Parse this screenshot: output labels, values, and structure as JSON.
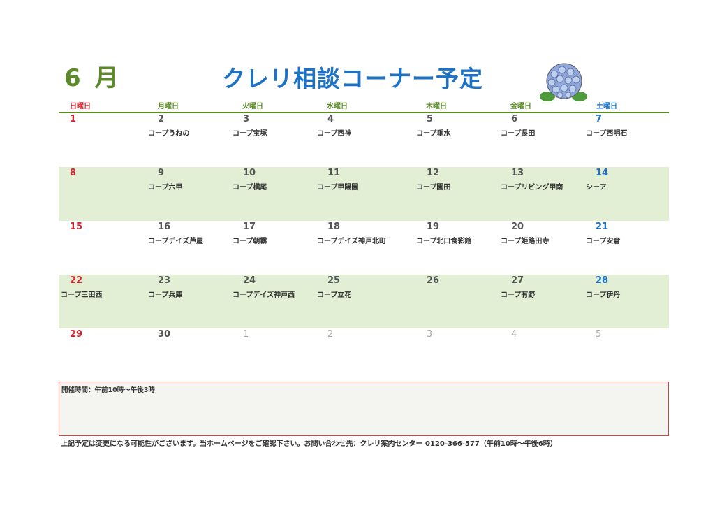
{
  "header": {
    "month": "6 月",
    "title": "クレリ相談コーナー予定"
  },
  "weekdays": [
    "日曜日",
    "月曜日",
    "火曜日",
    "水曜日",
    "木曜日",
    "金曜日",
    "土曜日"
  ],
  "weekday_colors": {
    "sunday": "#d0262f",
    "weekday": "#5c8a2a",
    "saturday": "#1d72c6"
  },
  "weeks": [
    {
      "days": [
        {
          "num": "1",
          "event": ""
        },
        {
          "num": "2",
          "event": "コープうねの"
        },
        {
          "num": "3",
          "event": "コープ宝塚"
        },
        {
          "num": "4",
          "event": "コープ西神"
        },
        {
          "num": "5",
          "event": "コープ垂水"
        },
        {
          "num": "6",
          "event": "コープ長田"
        },
        {
          "num": "7",
          "event": "コープ西明石"
        }
      ]
    },
    {
      "days": [
        {
          "num": "8",
          "event": ""
        },
        {
          "num": "9",
          "event": "コープ六甲"
        },
        {
          "num": "10",
          "event": "コープ横尾"
        },
        {
          "num": "11",
          "event": "コープ甲陽園"
        },
        {
          "num": "12",
          "event": "コープ園田"
        },
        {
          "num": "13",
          "event": "コープリビング甲南"
        },
        {
          "num": "14",
          "event": "シーア"
        }
      ]
    },
    {
      "days": [
        {
          "num": "15",
          "event": ""
        },
        {
          "num": "16",
          "event": "コープデイズ芦屋"
        },
        {
          "num": "17",
          "event": "コープ朝霧"
        },
        {
          "num": "18",
          "event": "コープデイズ神戸北町"
        },
        {
          "num": "19",
          "event": "コープ北口食彩館"
        },
        {
          "num": "20",
          "event": "コープ姫路田寺"
        },
        {
          "num": "21",
          "event": "コープ安倉"
        }
      ]
    },
    {
      "days": [
        {
          "num": "22",
          "event": "コープ三田西"
        },
        {
          "num": "23",
          "event": "コープ兵庫"
        },
        {
          "num": "24",
          "event": "コープデイズ神戸西"
        },
        {
          "num": "25",
          "event": "コープ立花"
        },
        {
          "num": "26",
          "event": ""
        },
        {
          "num": "27",
          "event": "コープ有野"
        },
        {
          "num": "28",
          "event": "コープ伊丹"
        }
      ]
    },
    {
      "days": [
        {
          "num": "29",
          "event": ""
        },
        {
          "num": "30",
          "event": ""
        },
        {
          "num": "1",
          "event": "",
          "other_month": true
        },
        {
          "num": "2",
          "event": "",
          "other_month": true
        },
        {
          "num": "3",
          "event": "",
          "other_month": true
        },
        {
          "num": "4",
          "event": "",
          "other_month": true
        },
        {
          "num": "5",
          "event": "",
          "other_month": true
        }
      ]
    }
  ],
  "notes": {
    "label": "開催時間：午前10時～午後3時"
  },
  "footer": "上記予定は変更になる可能性がございます。当ホームページをご確認下さい。お問い合わせ先：クレリ案内センター 0120-366-577（午前10時～午後6時）",
  "decoration": {
    "icon": "hydrangea-icon"
  }
}
